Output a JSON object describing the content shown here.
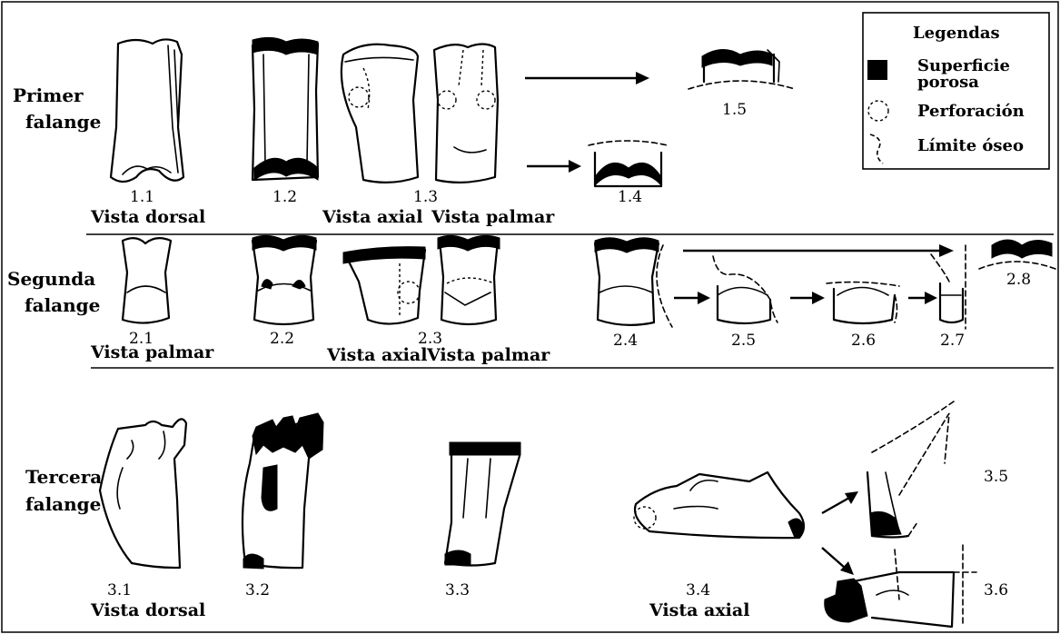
{
  "rows": {
    "first": "Primer\nfalange",
    "first_l1": "Primer",
    "first_l2": "falange",
    "second_l1": "Segunda",
    "second_l2": "falange",
    "third_l1": "Tercera",
    "third_l2": "falange"
  },
  "labels": {
    "n1_1": "1.1",
    "n1_2": "1.2",
    "n1_3": "1.3",
    "n1_4": "1.4",
    "n1_5": "1.5",
    "n2_1": "2.1",
    "n2_2": "2.2",
    "n2_3": "2.3",
    "n2_4": "2.4",
    "n2_5": "2.5",
    "n2_6": "2.6",
    "n2_7": "2.7",
    "n2_8": "2.8",
    "n3_1": "3.1",
    "n3_2": "3.2",
    "n3_3": "3.3",
    "n3_4": "3.4",
    "n3_5": "3.5",
    "n3_6": "3.6"
  },
  "views": {
    "dorsal": "Vista dorsal",
    "axial": "Vista axial",
    "palmar": "Vista palmar"
  },
  "legend": {
    "title": "Legendas",
    "porous_l1": "Superficie",
    "porous_l2": "porosa",
    "perforation": "Perforación",
    "bone_limit": "Límite óseo"
  }
}
